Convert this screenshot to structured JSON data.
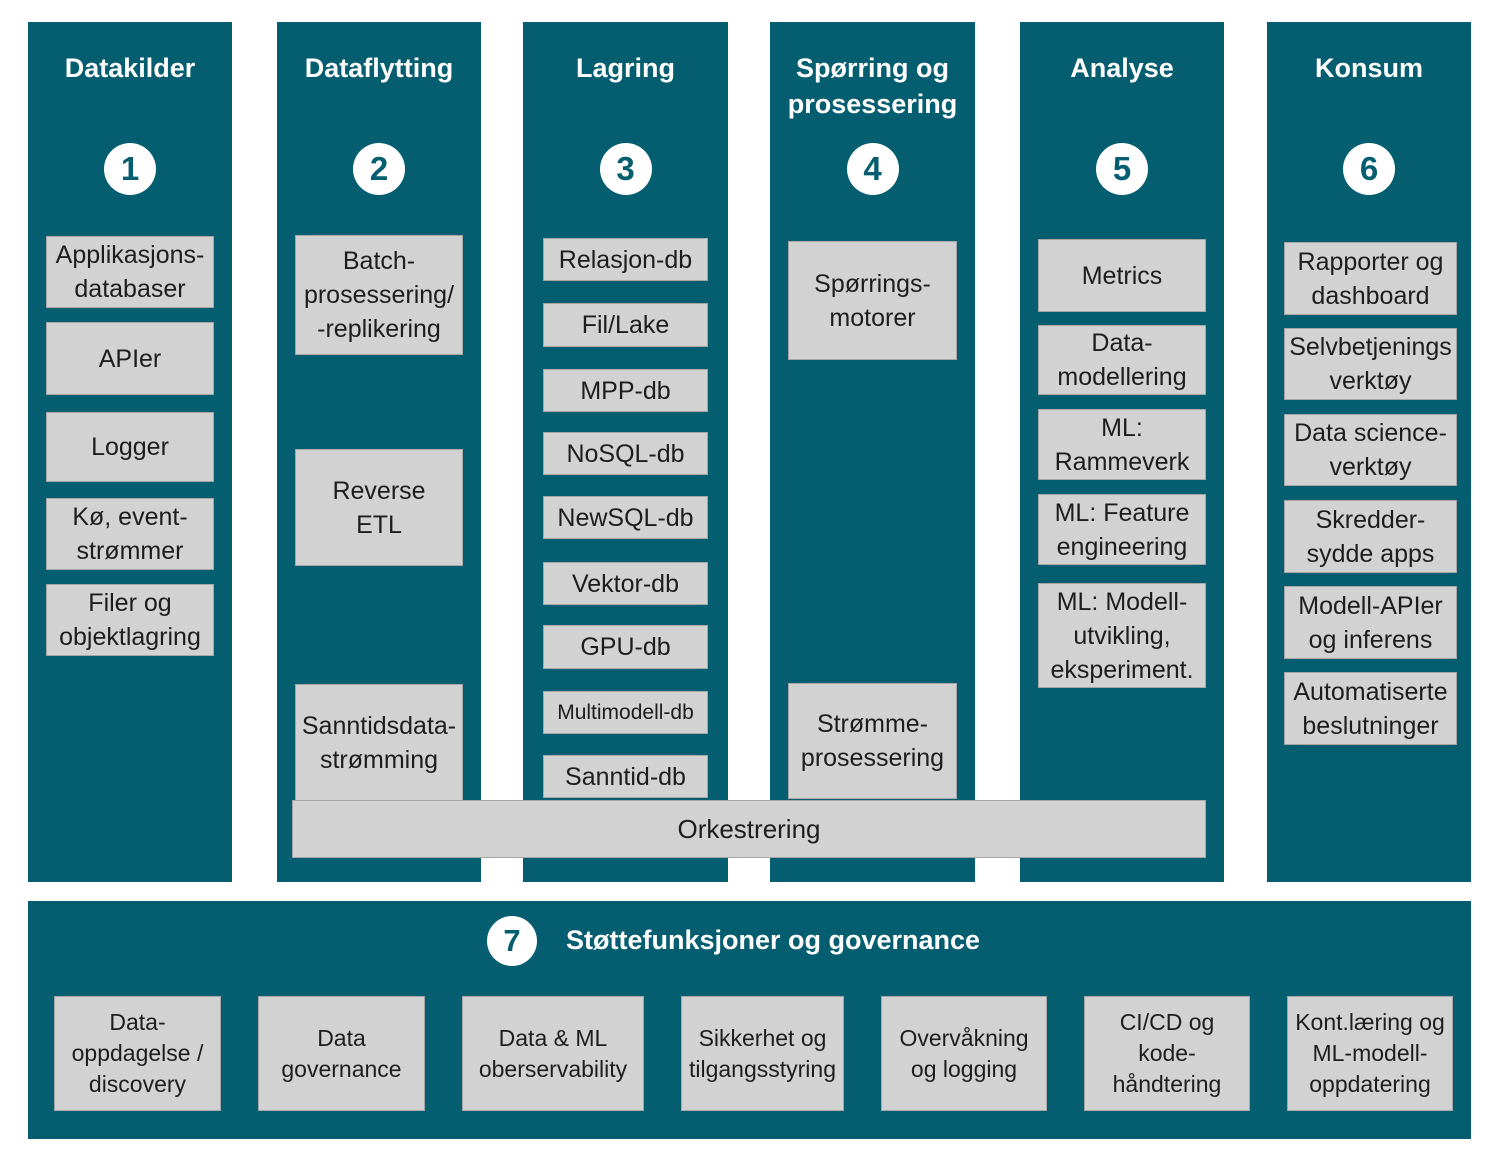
{
  "colors": {
    "teal": "#055e6f",
    "box_bg": "#d2d2d2",
    "box_border": "#a6a6a6",
    "text": "#1d1d1d",
    "white": "#ffffff"
  },
  "columns": [
    {
      "number": "1",
      "title": "Datakilder",
      "items": [
        "Applikasjons-\ndatabaser",
        "APIer",
        "Logger",
        "Kø, event-\nstrømmer",
        "Filer og\nobjektlagring"
      ]
    },
    {
      "number": "2",
      "title": "Dataflytting",
      "items": [
        "Batch-\nprosessering/\n-replikering",
        "Reverse\nETL",
        "Sanntidsdata-\nstrømming"
      ]
    },
    {
      "number": "3",
      "title": "Lagring",
      "items": [
        "Relasjon-db",
        "Fil/Lake",
        "MPP-db",
        "NoSQL-db",
        "NewSQL-db",
        "Vektor-db",
        "GPU-db",
        "Multimodell-db",
        "Sanntid-db"
      ]
    },
    {
      "number": "4",
      "title": "Spørring og\nprosessering",
      "items": [
        "Spørrings-\nmotorer",
        "Strømme-\nprosessering"
      ]
    },
    {
      "number": "5",
      "title": "Analyse",
      "items": [
        "Metrics",
        "Data-\nmodellering",
        "ML:\nRammeverk",
        "ML: Feature\nengineering",
        "ML: Modell-\nutvikling,\neksperiment."
      ]
    },
    {
      "number": "6",
      "title": "Konsum",
      "items": [
        "Rapporter og\ndashboard",
        "Selvbetjenings\nverktøy",
        "Data science-\nverktøy",
        "Skredder-\nsydde apps",
        "Modell-APIer\nog inferens",
        "Automatiserte\nbeslutninger"
      ]
    }
  ],
  "orchestration": {
    "label": "Orkestrering"
  },
  "support_band": {
    "number": "7",
    "title": "Støttefunksjoner og governance",
    "items": [
      "Data-\noppdagelse /\ndiscovery",
      "Data\ngovernance",
      "Data & ML\noberservability",
      "Sikkerhet og\ntilgangsstyring",
      "Overvåkning\nog logging",
      "CI/CD og\nkode-\nhåndtering",
      "Kont.læring og\nML-modell-\noppdatering"
    ]
  }
}
